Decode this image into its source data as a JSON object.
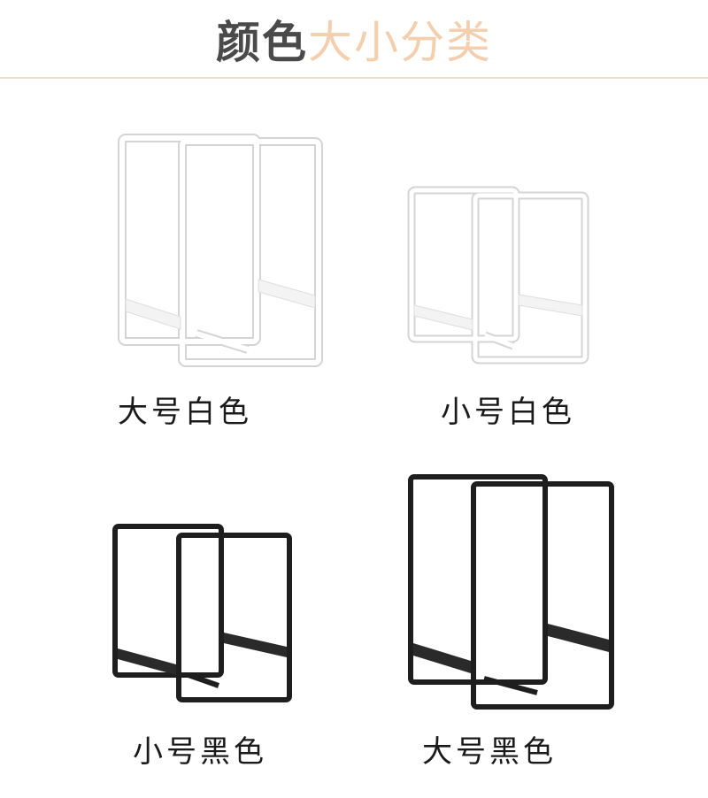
{
  "header": {
    "title_main": "颜色",
    "title_accent": "大小分类"
  },
  "colors": {
    "title_main": "#4a4a4a",
    "title_accent": "#f4cfae",
    "rule": "#f2dcc3",
    "rack_white": "#ffffff",
    "rack_black": "#1e1e1e"
  },
  "products": [
    {
      "label": "大号白色",
      "icon": "white-large-rack-icon"
    },
    {
      "label": "小号白色",
      "icon": "white-small-rack-icon"
    },
    {
      "label": "小号黑色",
      "icon": "black-small-rack-icon"
    },
    {
      "label": "大号黑色",
      "icon": "black-large-rack-icon"
    }
  ]
}
